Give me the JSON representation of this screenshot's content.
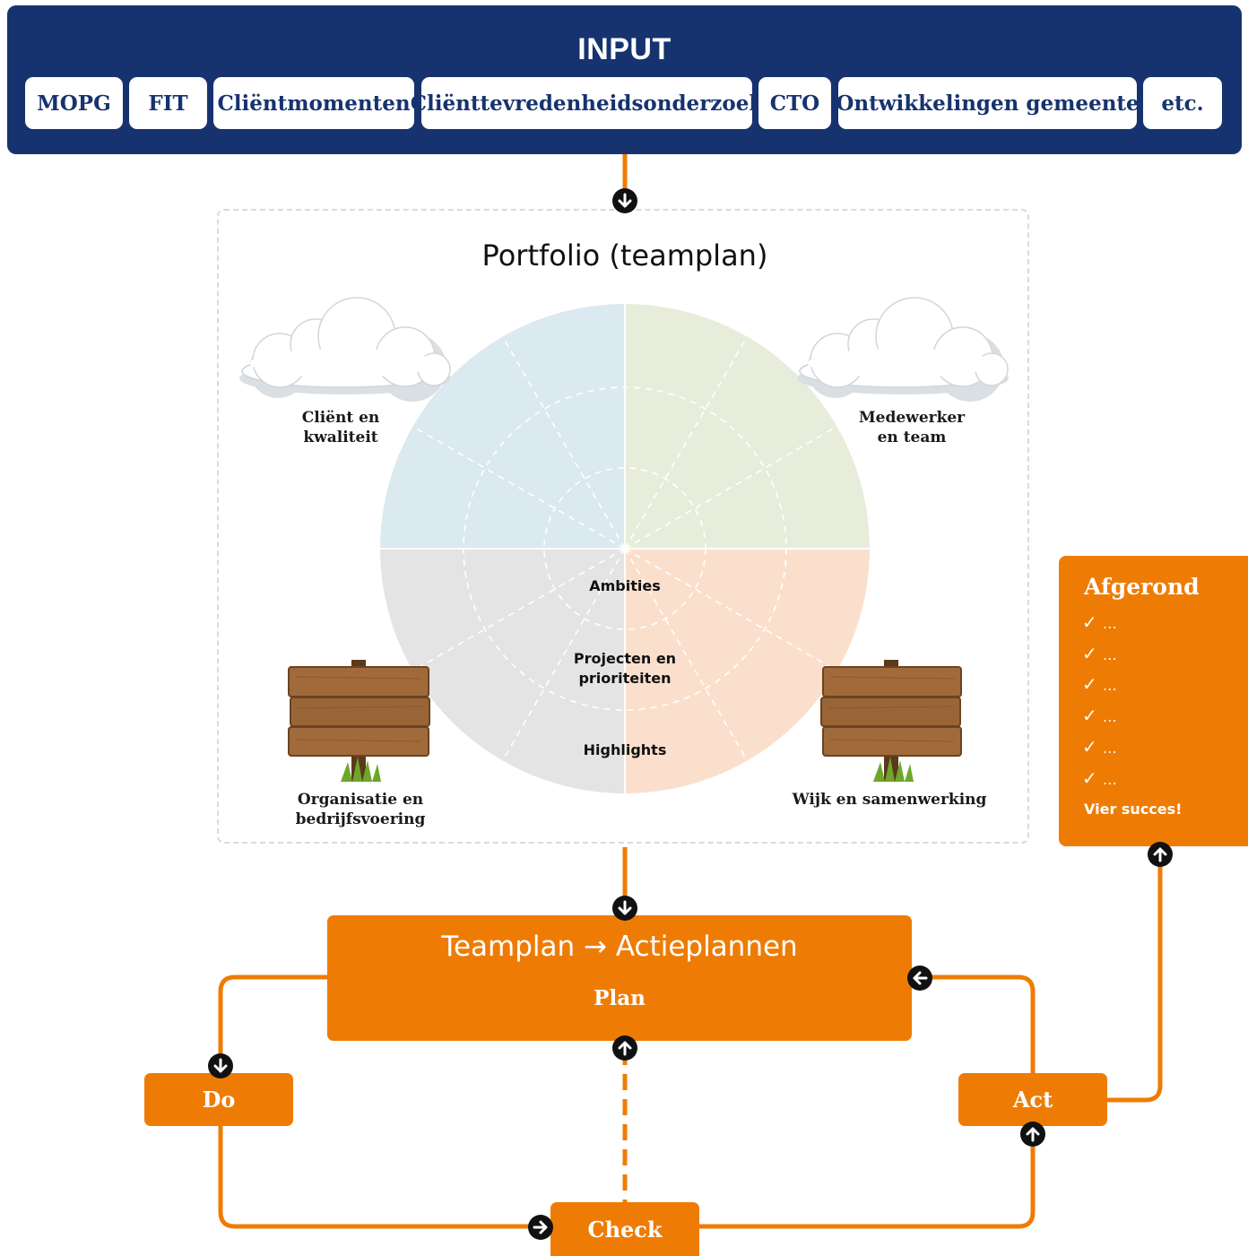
{
  "input": {
    "title": "INPUT",
    "chips": [
      "MOPG",
      "FIT",
      "Cliëntmomenten",
      "Cliënttevredenheidsonderzoek",
      "CTO",
      "Ontwikkelingen gemeente",
      "etc."
    ]
  },
  "portfolio": {
    "title": "Portfolio (teamplan)",
    "quadrants": {
      "top_left": "Cliënt en kwaliteit",
      "top_right": "Medewerker en team",
      "bottom_left": "Organisatie en bedrijfsvoering",
      "bottom_right": "Wijk en samenwerking"
    },
    "rings": [
      "Ambities",
      "Projecten en prioriteiten",
      "Highlights"
    ],
    "colors": {
      "top_left": "#dbe9f0",
      "top_right": "#e7edda",
      "bottom_left": "#e4e4e4",
      "bottom_right": "#fbdfcd"
    }
  },
  "afgerond": {
    "title": "Afgerond",
    "items": [
      "…",
      "…",
      "…",
      "…",
      "…",
      "…"
    ],
    "check_mark": "✓",
    "footer": "Vier succes!"
  },
  "cycle": {
    "plan_title": "Teamplan → Actieplannen",
    "plan_label": "Plan",
    "do_label": "Do",
    "check_label": "Check",
    "act_label": "Act"
  },
  "colors": {
    "navy": "#16336f",
    "orange": "#ee7c04"
  }
}
